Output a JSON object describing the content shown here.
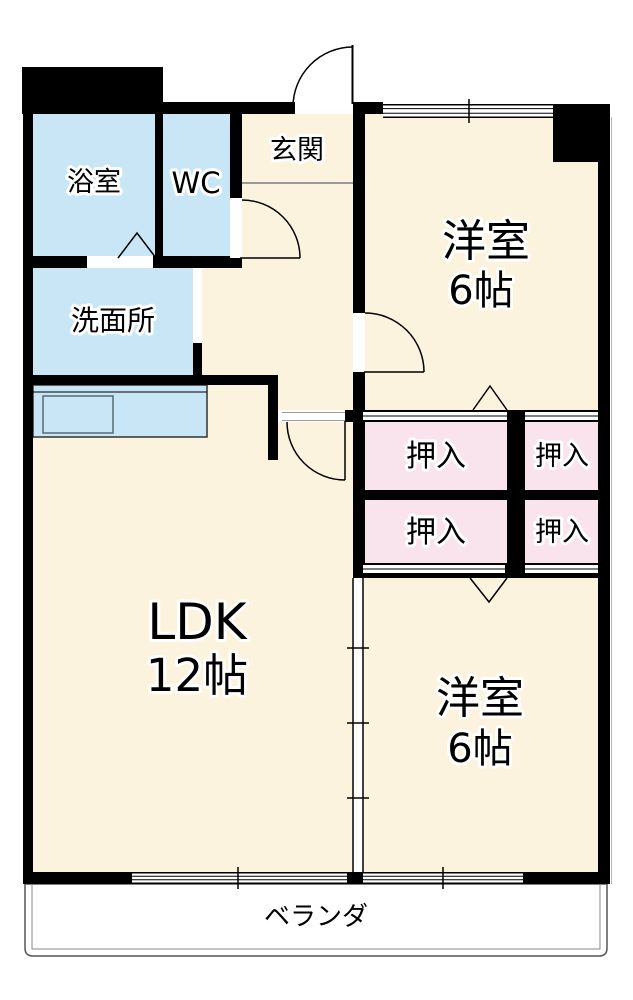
{
  "floor_plan": {
    "rooms": {
      "bathroom": {
        "label": "浴室"
      },
      "toilet": {
        "label": "WC"
      },
      "entrance": {
        "label": "玄関"
      },
      "washroom": {
        "label": "洗面所"
      },
      "bedroom_upper": {
        "label": "洋室",
        "size": "6帖"
      },
      "ldk": {
        "label": "LDK",
        "size": "12帖"
      },
      "bedroom_lower": {
        "label": "洋室",
        "size": "6帖"
      },
      "closets": {
        "top_left": {
          "label": "押入"
        },
        "top_right": {
          "label": "押入"
        },
        "bottom_left": {
          "label": "押入"
        },
        "bottom_right": {
          "label": "押入"
        }
      },
      "veranda": {
        "label": "ベランダ"
      }
    },
    "colors": {
      "wall": "#000000",
      "room_floor": "#FBF3DD",
      "wet_area_floor": "#C9E6F6",
      "closet_floor": "#F9E4EE",
      "veranda_floor": "#FFFFFF",
      "step_line": "#999999"
    }
  }
}
